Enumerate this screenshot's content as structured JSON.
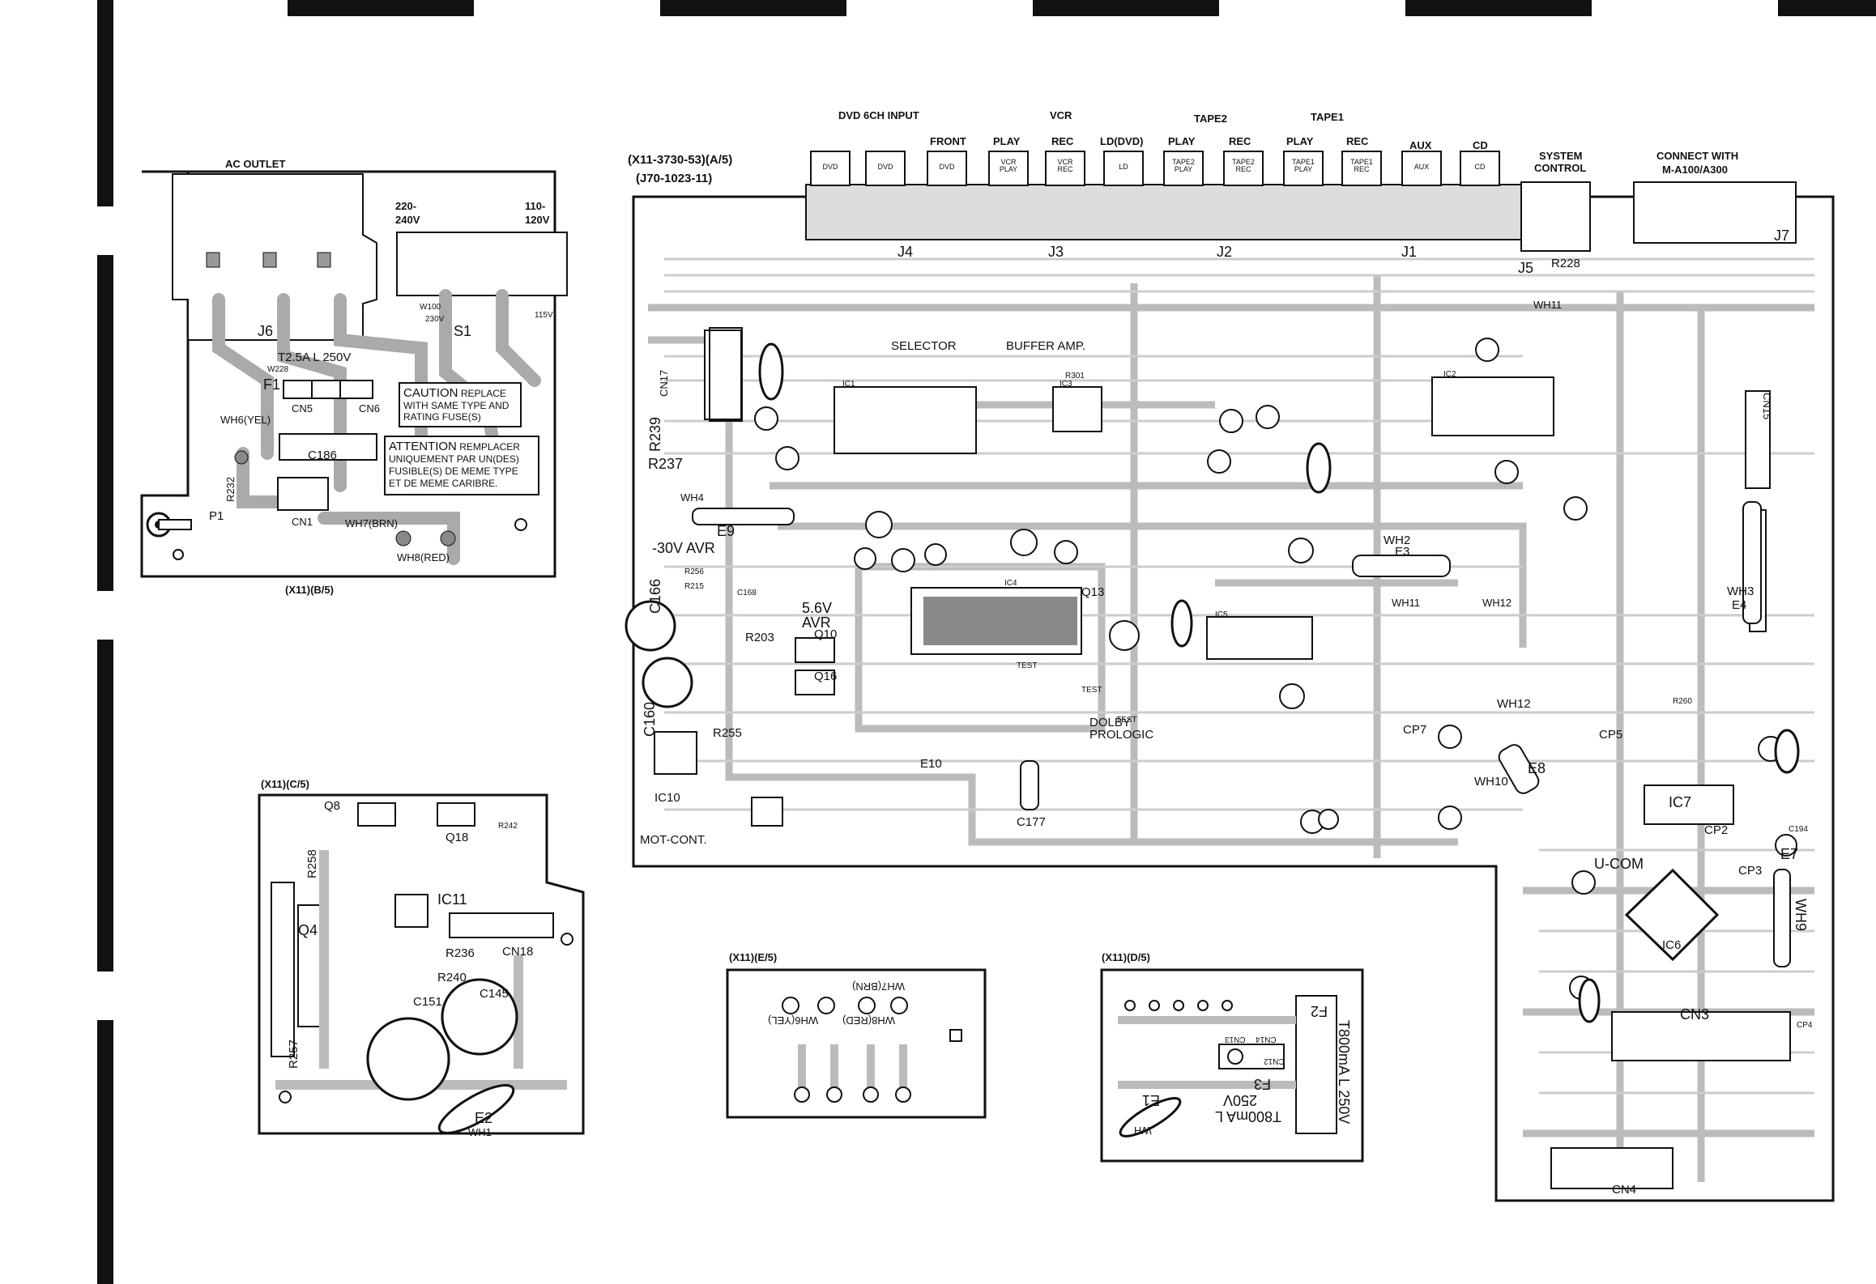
{
  "boards": {
    "b5": "(X11)(B/5)",
    "c5": "(X11)(C/5)",
    "e5": "(X11)(E/5)",
    "d5": "(X11)(D/5)",
    "a5_line1": "(X11-3730-53)(A/5)",
    "a5_line2": "(J70-1023-11)"
  },
  "ac_board": {
    "ac_outlet": "AC OUTLET",
    "v220": "220-",
    "v240": "240V",
    "v110": "110-",
    "v120": "120V",
    "j6": "J6",
    "s1": "S1",
    "fuse": "T2.5A  L  250V",
    "f1": "F1",
    "w228": "W228",
    "cn5": "CN5",
    "cn6": "CN6",
    "wh6": "WH6(YEL)",
    "c186": "C186",
    "r232": "R232",
    "p1": "P1",
    "cn1": "CN1",
    "wh7": "WH7(BRN)",
    "wh8": "WH8(RED)",
    "caution_title": "CAUTION",
    "caution_tail": "REPLACE",
    "caution_line2": "WITH SAME TYPE AND",
    "caution_line3": "RATING FUSE(S)",
    "attention_title": "ATTENTION",
    "attention_tail": "REMPLACER",
    "attention_line2": "UNIQUEMENT PAR UN(DES)",
    "attention_line3": "FUSIBLE(S) DE MEME TYPE",
    "attention_line4": "ET DE MEME CARIBRE.",
    "w100": "W100",
    "v230": "230V",
    "v115": "115V"
  },
  "main_board": {
    "dvd6ch": "DVD 6CH INPUT",
    "front": "FRONT",
    "vcr": "VCR",
    "vcr_play": "PLAY",
    "vcr_rec": "REC",
    "ld": "LD(DVD)",
    "tape2": "TAPE2",
    "tape2_play": "PLAY",
    "tape2_rec": "REC",
    "tape1": "TAPE1",
    "tape1_play": "PLAY",
    "tape1_rec": "REC",
    "aux": "AUX",
    "cd": "CD",
    "system": "SYSTEM",
    "control": "CONTROL",
    "connect": "CONNECT WITH",
    "model": "M-A100/A300",
    "j4": "J4",
    "j3": "J3",
    "j2": "J2",
    "j1": "J1",
    "j5": "J5",
    "j7": "J7",
    "r228": "R228",
    "wh11": "WH11",
    "selector": "SELECTOR",
    "buffer": "BUFFER AMP.",
    "r301": "R301",
    "cn17": "CN17",
    "r239": "R239",
    "r237": "R237",
    "wh4": "WH4",
    "e9": "E9",
    "avr30": "-30V AVR",
    "c166": "C166",
    "r256": "R256",
    "r215": "R215",
    "c168": "C168",
    "r203": "R203",
    "avr56": "5.6V",
    "avr56b": "AVR",
    "q10": "Q10",
    "q16": "Q16",
    "c160": "C160",
    "r255": "R255",
    "ic10": "IC10",
    "mot_cont": "MOT-CONT.",
    "ic4": "IC4",
    "q13": "Q13",
    "dolby": "DOLBY",
    "prologic": "PROLOGIC",
    "test1": "TEST",
    "test2": "TEST",
    "test3": "TEST",
    "e10": "E10",
    "c177": "C177",
    "ic1": "IC1",
    "ic2": "IC2",
    "ic3": "IC3",
    "ic5": "IC5",
    "ic6": "IC6",
    "ic7": "IC7",
    "wh2": "WH2",
    "e3": "E3",
    "wh11b": "WH11",
    "wh12": "WH12",
    "wh12b": "WH12",
    "cp7": "CP7",
    "cp5": "CP5",
    "cp2": "CP2",
    "cp3": "CP3",
    "cp4": "CP4",
    "wh10": "WH10",
    "e8": "E8",
    "cn15": "CN15",
    "wh3": "WH3",
    "e4": "E4",
    "e7": "E7",
    "wh9": "WH9",
    "ucom": "U-COM",
    "cn3": "CN3",
    "cn4": "CN4",
    "r260": "R260",
    "c194": "C194"
  },
  "c5_board": {
    "q8": "Q8",
    "r258": "R258",
    "q18": "Q18",
    "r242": "R242",
    "ic11": "IC11",
    "q4": "Q4",
    "cn18": "CN18",
    "r236": "R236",
    "r240": "R240",
    "c151": "C151",
    "c145": "C145",
    "r257": "R257",
    "e2": "E2",
    "wh1": "WH1"
  },
  "e5_board": {
    "wh7": "WH7(BRN)",
    "wh8": "WH8(RED)",
    "wh6": "WH6(YEL)"
  },
  "d5_board": {
    "f2": "F2",
    "fuse_a": "T800mA  L  250V",
    "f3": "F3",
    "fuse_b": "T800mA  L",
    "fuse_b2": "250V",
    "e1": "E1",
    "wh": "WH",
    "cn13": "CN13",
    "cn14": "CN14",
    "cn12": "CN12"
  }
}
